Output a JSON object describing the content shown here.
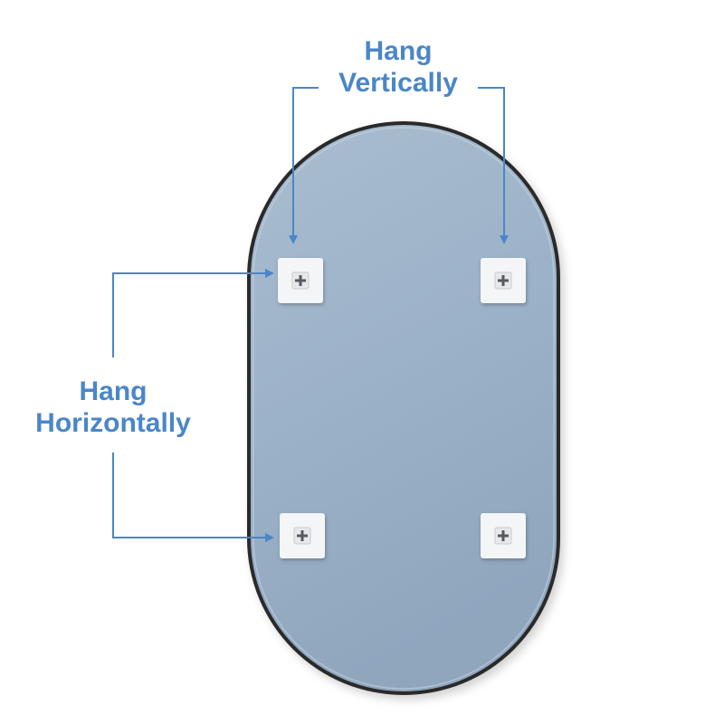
{
  "annotations": {
    "vertical": {
      "line1": "Hang",
      "line2": "Vertically"
    },
    "horizontal": {
      "line1": "Hang",
      "line2": "Horizontally"
    }
  },
  "colors": {
    "accent": "#4a86c8",
    "mirror_glass": "#9db3c9",
    "frame": "#2b2b2b",
    "bracket": "#f4f5f6"
  },
  "icons": {
    "bracket": "mounting-bracket-icon",
    "arrow": "arrow-right-icon"
  }
}
